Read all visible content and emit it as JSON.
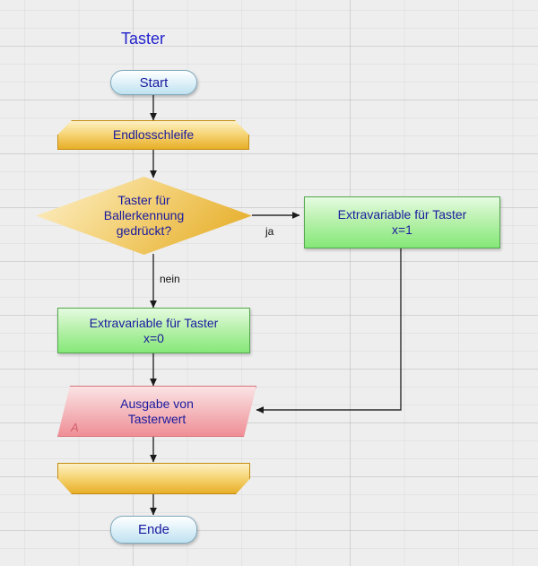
{
  "diagram": {
    "title": "Taster",
    "title_color": "#2222cc",
    "background_color": "#eeeeee",
    "grid_color": "#aaaaaa"
  },
  "nodes": {
    "start": {
      "label": "Start",
      "type": "terminator",
      "color": "#bfe2f0"
    },
    "loop_start": {
      "label": "Endlosschleife",
      "type": "loop-start",
      "color": "#f6d678"
    },
    "decision": {
      "label": "Taster für\nBallerkennung\ngedrückt?",
      "type": "decision",
      "color": "#f3d075"
    },
    "set_one": {
      "label": "Extravariable für Taster\nx=1",
      "type": "process",
      "color": "#b9f1ad"
    },
    "set_zero": {
      "label": "Extravariable für Taster\nx=0",
      "type": "process",
      "color": "#b9f1ad"
    },
    "output": {
      "label": "Ausgabe von\nTasterwert",
      "tag": "A",
      "type": "output",
      "color": "#f4b9bd"
    },
    "loop_end": {
      "label": "",
      "type": "loop-end",
      "color": "#f6d678"
    },
    "end": {
      "label": "Ende",
      "type": "terminator",
      "color": "#bfe2f0"
    }
  },
  "edges": {
    "yes_label": "ja",
    "no_label": "nein",
    "line_color": "#333333"
  }
}
